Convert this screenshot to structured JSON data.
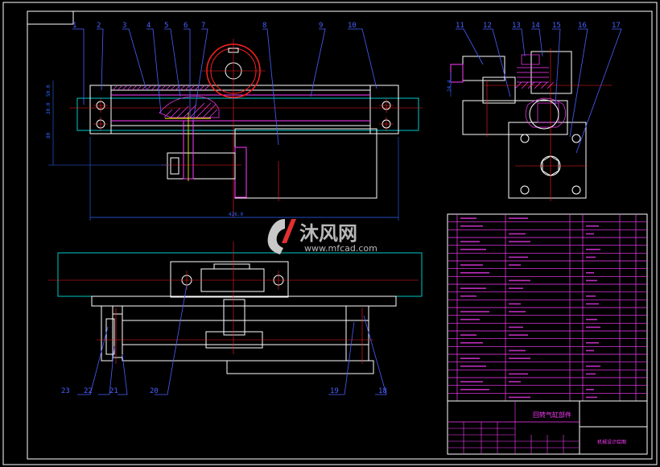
{
  "drawing": {
    "title": "回转气缸部件",
    "subtitle": "机械设计绘图",
    "overall_length": "426.0",
    "dims_left": [
      "50.0",
      "30.0",
      "80"
    ],
    "dim_right": "24.4"
  },
  "callouts": {
    "top_view": [
      "1",
      "2",
      "3",
      "4",
      "5",
      "6",
      "7",
      "8",
      "9",
      "10"
    ],
    "side_view": [
      "11",
      "12",
      "13",
      "14",
      "15",
      "16",
      "17"
    ],
    "bottom_view": [
      "23",
      "22",
      "21",
      "20",
      "19",
      "18"
    ]
  },
  "watermark": {
    "brand": "沐风网",
    "url": "www.mfcad.com"
  },
  "bom_rows": 24,
  "colors": {
    "background": "#000000",
    "frame": "#ffffff",
    "geometry": "#ffffff",
    "hatch": "#ff3cff",
    "callout": "#4a60ff",
    "centerline": "#ff2020",
    "rail": "#00c8c8",
    "highlight": "#ffff00",
    "bom_grid": "#ff3cff"
  }
}
